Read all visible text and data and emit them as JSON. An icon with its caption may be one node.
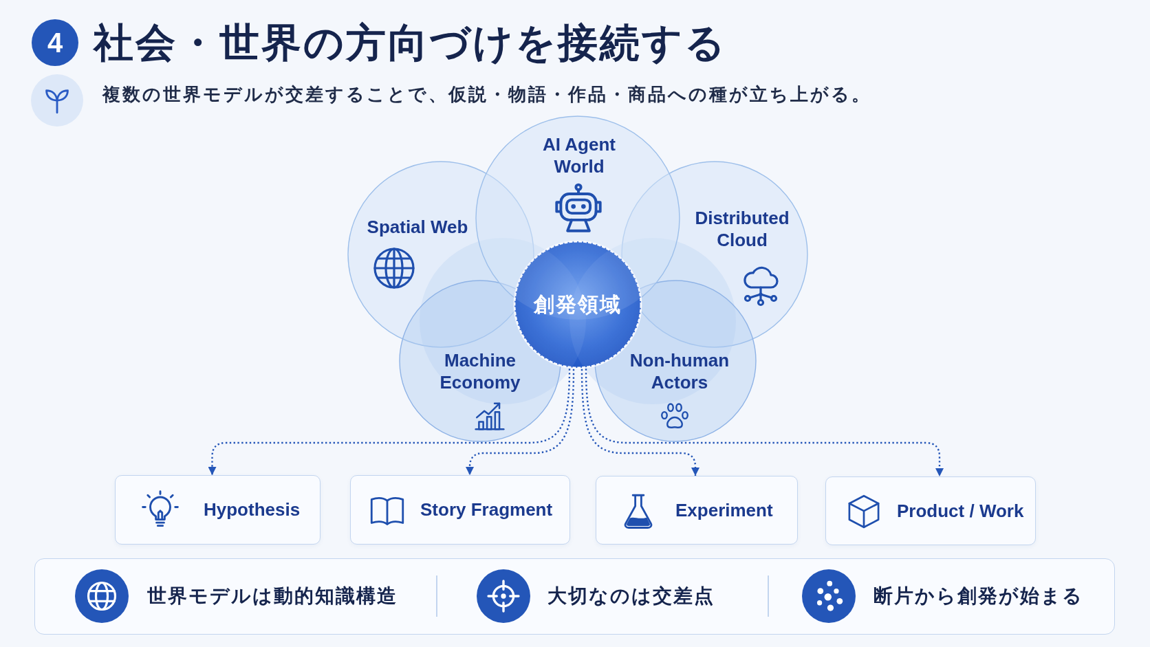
{
  "diagram": {
    "title": "社会・世界の方向づけを接続する",
    "nodes": [
      {
        "text": [
          "4"
        ]
      },
      {
        "text": [
          "AI Agent World"
        ]
      },
      {
        "text": [
          "Spatial Web"
        ]
      },
      {
        "text": [
          "Distributed Cloud"
        ]
      },
      {
        "text": [],
        "shape": "circle"
      },
      {
        "text": [],
        "shape": "circle"
      },
      {
        "text": [
          "創発領域"
        ]
      },
      {
        "text": [
          "Machine Economy"
        ]
      },
      {
        "text": [
          "Non-human Actors"
        ]
      },
      {
        "text": [
          "Hypothesis"
        ]
      },
      {
        "text": [
          "Story Fragment"
        ]
      },
      {
        "text": [
          "Experiment"
        ]
      },
      {
        "text": [
          "Product / Work"
        ]
      },
      {
        "text": [
          "世界モデルは動的知識構造",
          "大切なのは交差点",
          "断片から創発が始まる"
        ]
      }
    ],
    "edges": [
      {
        "from": 6,
        "to": 9,
        "arrow": "to",
        "style": "dashed"
      },
      {
        "from": 6,
        "to": 10,
        "arrow": "to",
        "style": "dashed"
      },
      {
        "from": 6,
        "to": 11,
        "arrow": "to",
        "style": "dashed"
      },
      {
        "from": 6,
        "to": 12,
        "arrow": "to",
        "style": "dashed"
      }
    ],
    "labels": [
      "複数の世界モデルが交差することで、仮説・物語・作品・商品への種が立ち上がる。"
    ]
  }
}
